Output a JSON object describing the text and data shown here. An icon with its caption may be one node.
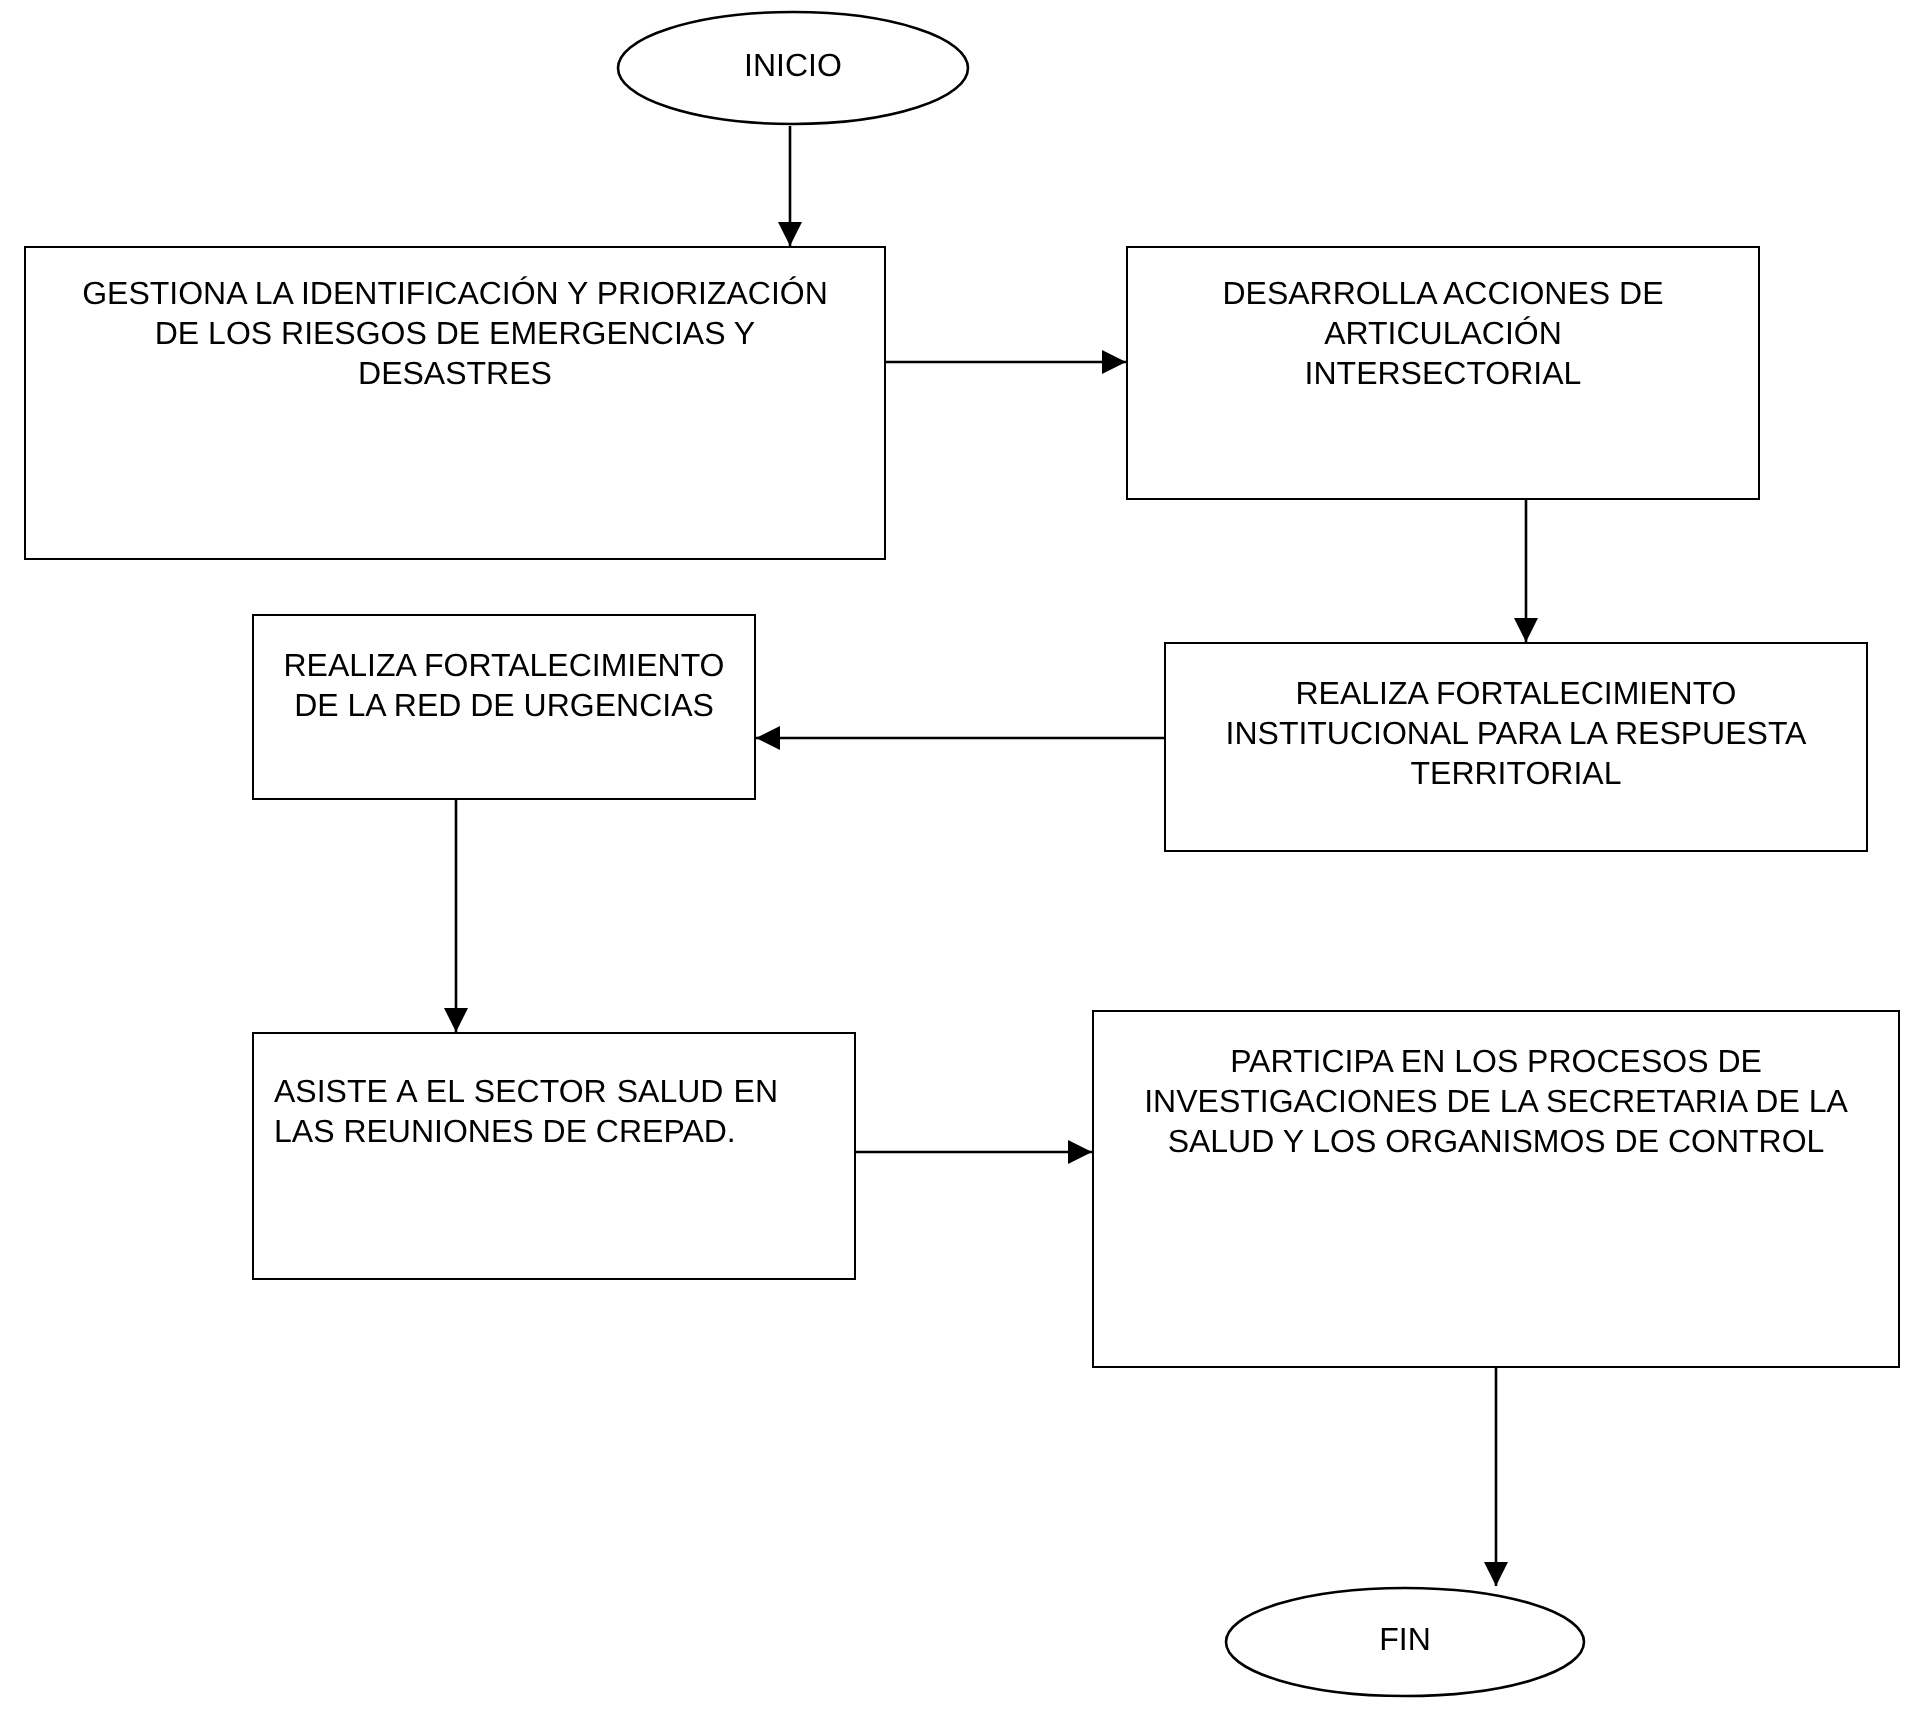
{
  "diagram": {
    "nodes": [
      {
        "text": [
          "INICIO"
        ]
      },
      {
        "text": [
          "GESTIONA LA IDENTIFICACIÓN Y PRIORIZACIÓN DE LOS RIESGOS DE EMERGENCIAS Y DESASTRES"
        ]
      },
      {
        "text": [
          "DESARROLLA ACCIONES DE ARTICULACIÓN INTERSECTORIAL"
        ]
      },
      {
        "text": [
          "REALIZA FORTALECIMIENTO INSTITUCIONAL PARA LA RESPUESTA TERRITORIAL"
        ]
      },
      {
        "text": [
          "REALIZA FORTALECIMIENTO DE LA RED DE URGENCIAS"
        ]
      },
      {
        "text": [
          "ASISTE A EL SECTOR SALUD EN LAS REUNIONES DE CREPAD."
        ]
      },
      {
        "text": [
          "PARTICIPA EN LOS PROCESOS DE INVESTIGACIONES DE LA SECRETARIA DE LA SALUD Y LOS ORGANISMOS DE CONTROL"
        ]
      },
      {
        "text": [
          "FIN"
        ]
      }
    ],
    "edges": [
      {
        "from": 0,
        "to": 1,
        "arrow": "to"
      },
      {
        "from": 1,
        "to": 2,
        "arrow": "to"
      },
      {
        "from": 2,
        "to": 3,
        "arrow": "to"
      },
      {
        "from": 3,
        "to": 4,
        "arrow": "to"
      },
      {
        "from": 4,
        "to": 5,
        "arrow": "to"
      },
      {
        "from": 5,
        "to": 6,
        "arrow": "to"
      },
      {
        "from": 6,
        "to": 7,
        "arrow": "to"
      }
    ]
  }
}
